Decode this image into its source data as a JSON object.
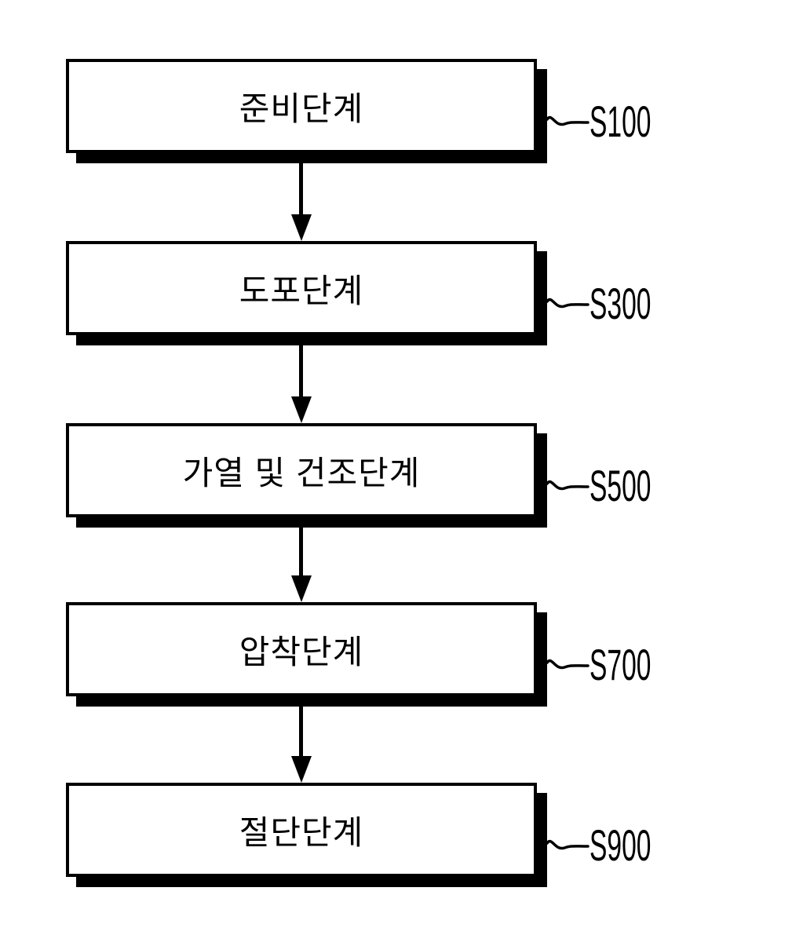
{
  "diagram": {
    "type": "flowchart",
    "direction": "top-to-bottom",
    "steps": [
      {
        "label": "준비단계",
        "tag": "S100"
      },
      {
        "label": "도포단계",
        "tag": "S300"
      },
      {
        "label": "가열 및 건조단계",
        "tag": "S500"
      },
      {
        "label": "압착단계",
        "tag": "S700"
      },
      {
        "label": "절단단계",
        "tag": "S900"
      }
    ],
    "colors": {
      "background": "#ffffff",
      "box_fill": "#ffffff",
      "box_border": "#000000",
      "shadow": "#000000",
      "text": "#000000"
    }
  }
}
